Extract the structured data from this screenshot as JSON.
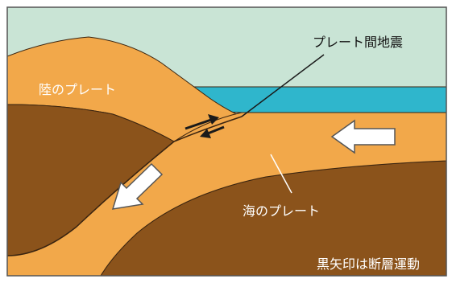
{
  "labels": {
    "plate_boundary_quake": "プレート間地震",
    "continental_plate": "陸のプレート",
    "oceanic_plate": "海のプレート",
    "black_arrow_note": "黒矢印は断層運動"
  },
  "colors": {
    "sky": "#c9e4d5",
    "sea": "#2fb6cc",
    "continental_crust": "#f2a84a",
    "oceanic_plate": "#f2a84a",
    "mantle_dark": "#8b531b",
    "outline": "#3a2410",
    "arrow_fill": "#ffffff",
    "fault_arrow": "#1a1a1a",
    "frame": "#555555"
  }
}
